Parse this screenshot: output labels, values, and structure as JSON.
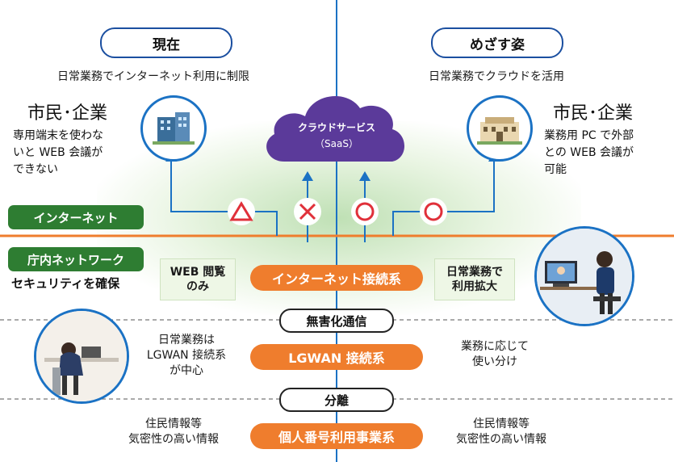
{
  "header": {
    "current_label": "現在",
    "target_label": "めざす姿",
    "current_subtitle": "日常業務でインターネット利用に制限",
    "target_subtitle": "日常業務でクラウドを活用"
  },
  "cloud": {
    "label": "クラウドサービス",
    "sublabel": "（SaaS）"
  },
  "left_citizen": {
    "title": "市民･企業",
    "desc": "専用端末を使わな\nいと WEB 会議が\nできない"
  },
  "right_citizen": {
    "title": "市民･企業",
    "desc": "業務用 PC で外部\nとの WEB 会議が\n可能"
  },
  "networks": {
    "internet_label": "インターネット",
    "intranet_label": "庁内ネットワーク",
    "security_label": "セキュリティを確保"
  },
  "access_marks": [
    "△",
    "×",
    "○",
    "○"
  ],
  "systems": {
    "internet_system": "インターネット接続系",
    "lgwan_system": "LGWAN 接続系",
    "mynumber_system": "個人番号利用事業系"
  },
  "separators": {
    "sanitize": "無害化通信",
    "separate": "分離"
  },
  "notes": {
    "web_browse": "WEB 閲覧\nのみ",
    "daily_expand": "日常業務で\n利用拡大",
    "lgwan_left": "日常業務は\nLGWAN 接続系\nが中心",
    "lgwan_right": "業務に応じて\n使い分け",
    "resident_left": "住民情報等\n気密性の高い情報",
    "resident_right": "住民情報等\n気密性の高い情報"
  },
  "colors": {
    "blue": "#1b72c4",
    "orange": "#ef7d2d",
    "green": "#2e7d32",
    "purple": "#5b3a9a",
    "red": "#e0303a"
  }
}
